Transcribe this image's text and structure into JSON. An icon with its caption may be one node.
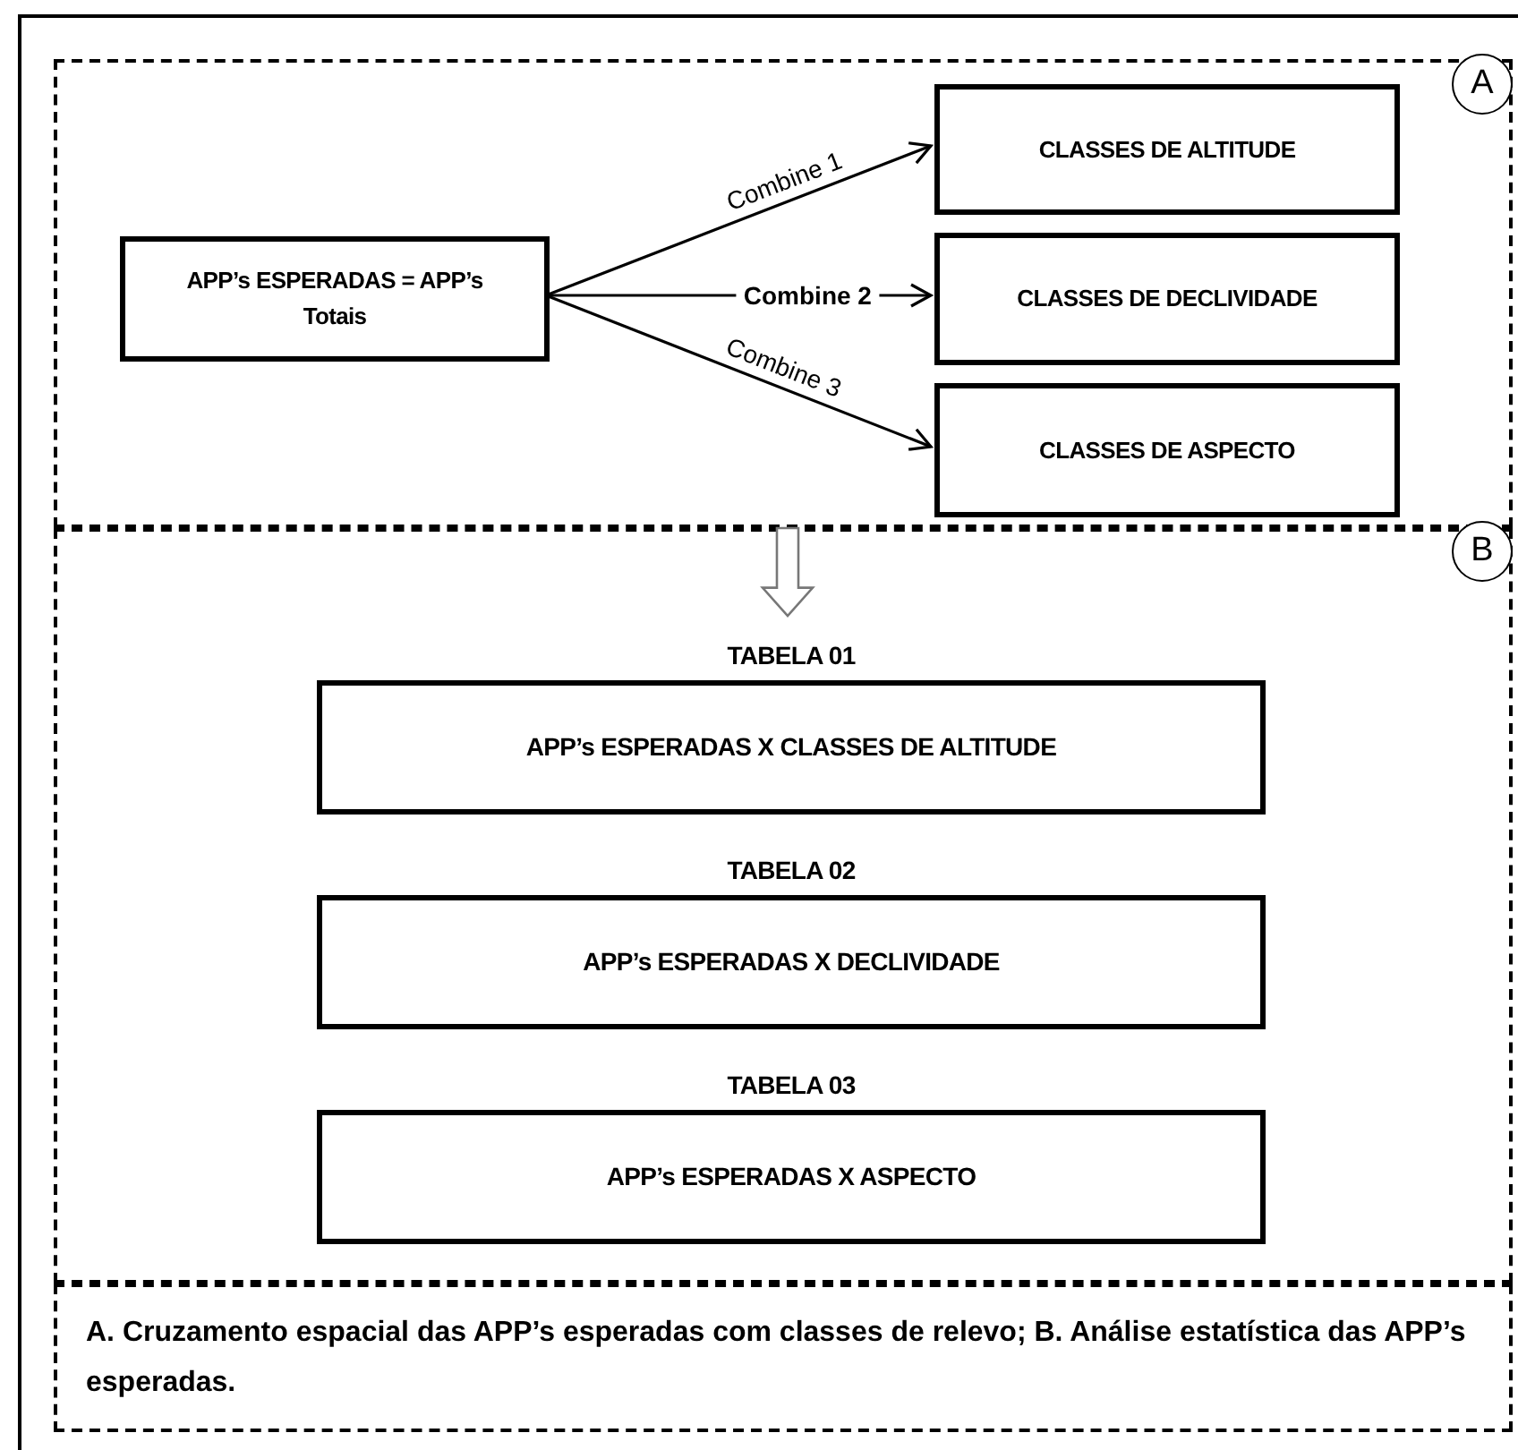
{
  "diagram": {
    "nodes": [
      {
        "text": [],
        "shape": "box"
      },
      {
        "text": [
          "A"
        ]
      },
      {
        "text": [
          "APP’s ESPERADAS = APP’s Totais"
        ],
        "in": 0
      },
      {
        "text": [
          "CLASSES DE ALTITUDE"
        ],
        "in": 0
      },
      {
        "text": [
          "CLASSES DE DECLIVIDADE"
        ],
        "in": 0
      },
      {
        "text": [
          "CLASSES DE ASPECTO"
        ],
        "in": 0
      },
      {
        "text": [],
        "shape": "box"
      },
      {
        "text": [
          "B"
        ]
      },
      {
        "text": [
          "TABELA 01",
          "APP’s ESPERADAS X CLASSES DE ALTITUDE"
        ],
        "in": 6
      },
      {
        "text": [
          "TABELA 02",
          "APP’s ESPERADAS X DECLIVIDADE"
        ],
        "in": 6
      },
      {
        "text": [
          "TABELA 03",
          "APP’s ESPERADAS X ASPECTO"
        ],
        "in": 6
      },
      {
        "text": [
          "A. Cruzamento espacial das APP’s esperadas com classes de relevo;  B. Análise estatística das APP’s esperadas."
        ]
      }
    ],
    "edges": [
      {
        "from": 2,
        "to": 3,
        "arrow": "to",
        "label": "Combine 1"
      },
      {
        "from": 2,
        "to": 4,
        "arrow": "to",
        "label": "Combine 2"
      },
      {
        "from": 2,
        "to": 5,
        "arrow": "to",
        "label": "Combine 3"
      },
      {
        "from": 0,
        "to": 8,
        "arrow": "to",
        "style": "thick"
      }
    ]
  }
}
